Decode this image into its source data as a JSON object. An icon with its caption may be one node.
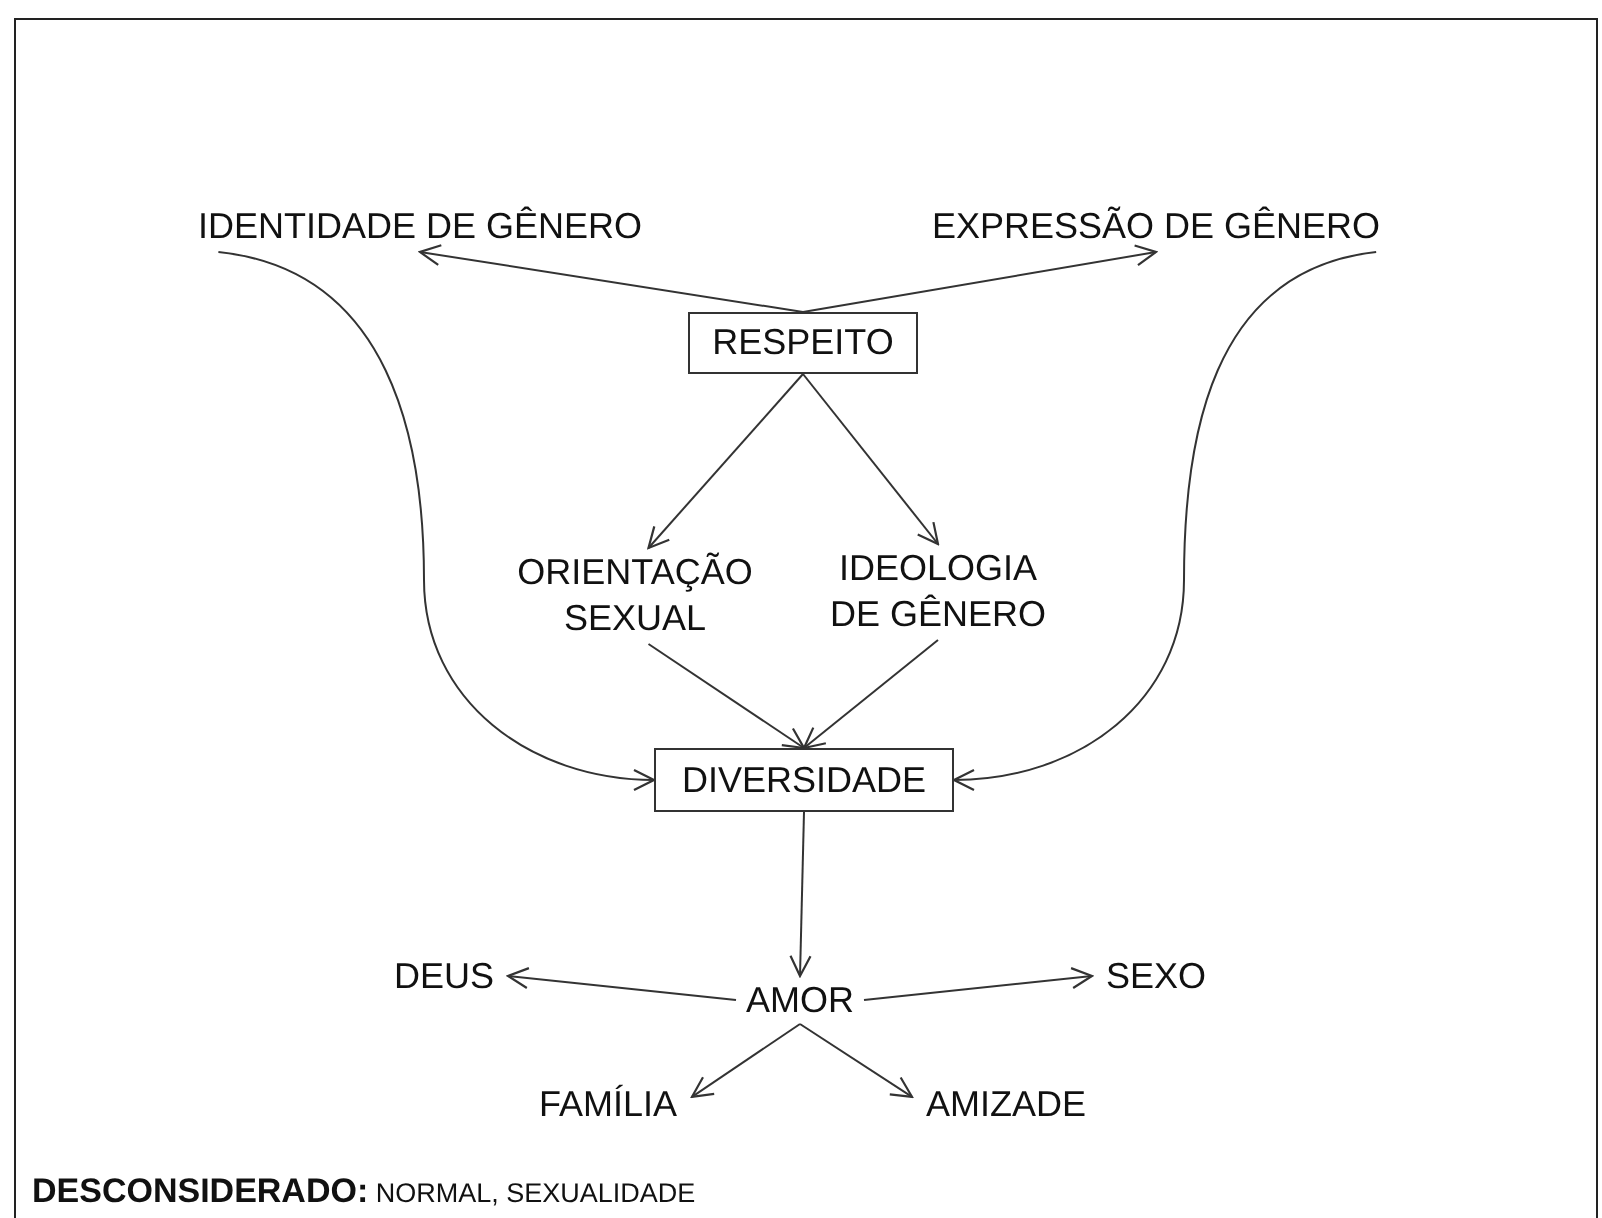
{
  "diagram": {
    "nodes": [
      {
        "text": [
          "IDENTIDADE DE GÊNERO"
        ]
      },
      {
        "text": [
          "EXPRESSÃO DE GÊNERO"
        ]
      },
      {
        "text": [
          "RESPEITO"
        ]
      },
      {
        "text": [
          "ORIENTAÇÃO SEXUAL"
        ]
      },
      {
        "text": [
          "IDEOLOGIA DE GÊNERO"
        ]
      },
      {
        "text": [
          "DIVERSIDADE"
        ]
      },
      {
        "text": [
          "DEUS"
        ]
      },
      {
        "text": [
          "AMOR"
        ]
      },
      {
        "text": [
          "SEXO"
        ]
      },
      {
        "text": [
          "FAMÍLIA"
        ]
      },
      {
        "text": [
          "AMIZADE"
        ]
      }
    ],
    "edges": [
      {
        "from": 2,
        "to": 0,
        "arrow": "to"
      },
      {
        "from": 2,
        "to": 1,
        "arrow": "to"
      },
      {
        "from": 2,
        "to": 3,
        "arrow": "to"
      },
      {
        "from": 2,
        "to": 4,
        "arrow": "to"
      },
      {
        "from": 3,
        "to": 5,
        "arrow": "to"
      },
      {
        "from": 4,
        "to": 5,
        "arrow": "to"
      },
      {
        "from": 0,
        "to": 5,
        "arrow": "to"
      },
      {
        "from": 1,
        "to": 5,
        "arrow": "to"
      },
      {
        "from": 5,
        "to": 7,
        "arrow": "to"
      },
      {
        "from": 7,
        "to": 6,
        "arrow": "to"
      },
      {
        "from": 7,
        "to": 8,
        "arrow": "to"
      },
      {
        "from": 7,
        "to": 9,
        "arrow": "to"
      },
      {
        "from": 7,
        "to": 10,
        "arrow": "to"
      }
    ],
    "labels": [
      "**DESCONSIDERADO:** NORMAL, SEXUALIDADE"
    ]
  }
}
